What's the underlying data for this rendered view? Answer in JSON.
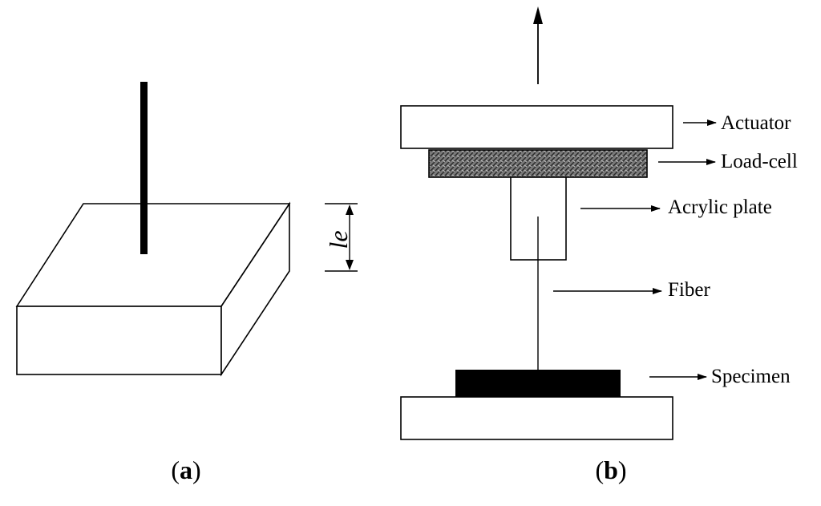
{
  "panel_a": {
    "dimension_label": "le",
    "caption": {
      "open": "(",
      "letter": "a",
      "close": ")"
    }
  },
  "panel_b": {
    "labels": {
      "actuator": "Actuator",
      "load_cell": "Load-cell",
      "acrylic_plate": "Acrylic plate",
      "fiber": "Fiber",
      "specimen": "Specimen"
    },
    "caption": {
      "open": "(",
      "letter": "b",
      "close": ")"
    }
  }
}
